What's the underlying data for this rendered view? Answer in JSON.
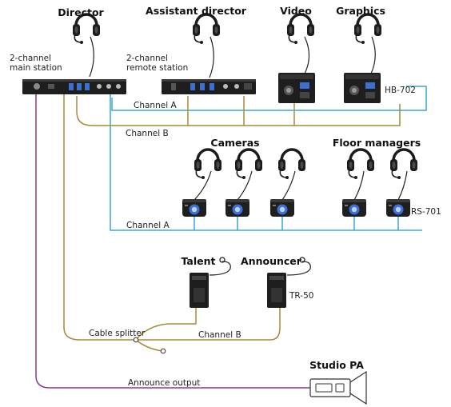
{
  "colors": {
    "channel_a": "#3aa7cf",
    "channel_b": "#a98a3a",
    "announce": "#8a3a8f",
    "equipment": "#1e1e1e",
    "beltpack_glow": "#3c6fd6"
  },
  "headers": {
    "director": "Director",
    "assistant_director": "Assistant director",
    "video": "Video",
    "graphics": "Graphics",
    "cameras": "Cameras",
    "floor_managers": "Floor managers",
    "talent": "Talent",
    "announcer": "Announcer",
    "studio_pa": "Studio PA"
  },
  "labels": {
    "main_station_line1": "2-channel",
    "main_station_line2": "main station",
    "remote_station_line1": "2-channel",
    "remote_station_line2": "remote station",
    "hb702": "HB-702",
    "rs701": "RS-701",
    "tr50": "TR-50",
    "channel_a_top": "Channel A",
    "channel_b_top": "Channel B",
    "channel_a_mid": "Channel A",
    "channel_b_bottom": "Channel B",
    "cable_splitter": "Cable splitter",
    "announce_output": "Announce output"
  },
  "icons": {
    "headset": "headset-icon",
    "main_station": "rack-station-icon",
    "remote_station": "rack-station-icon",
    "hb702": "speaker-station-icon",
    "rs701": "beltpack-icon",
    "tr50": "wireless-pack-icon",
    "studio_pa": "loudspeaker-icon"
  }
}
